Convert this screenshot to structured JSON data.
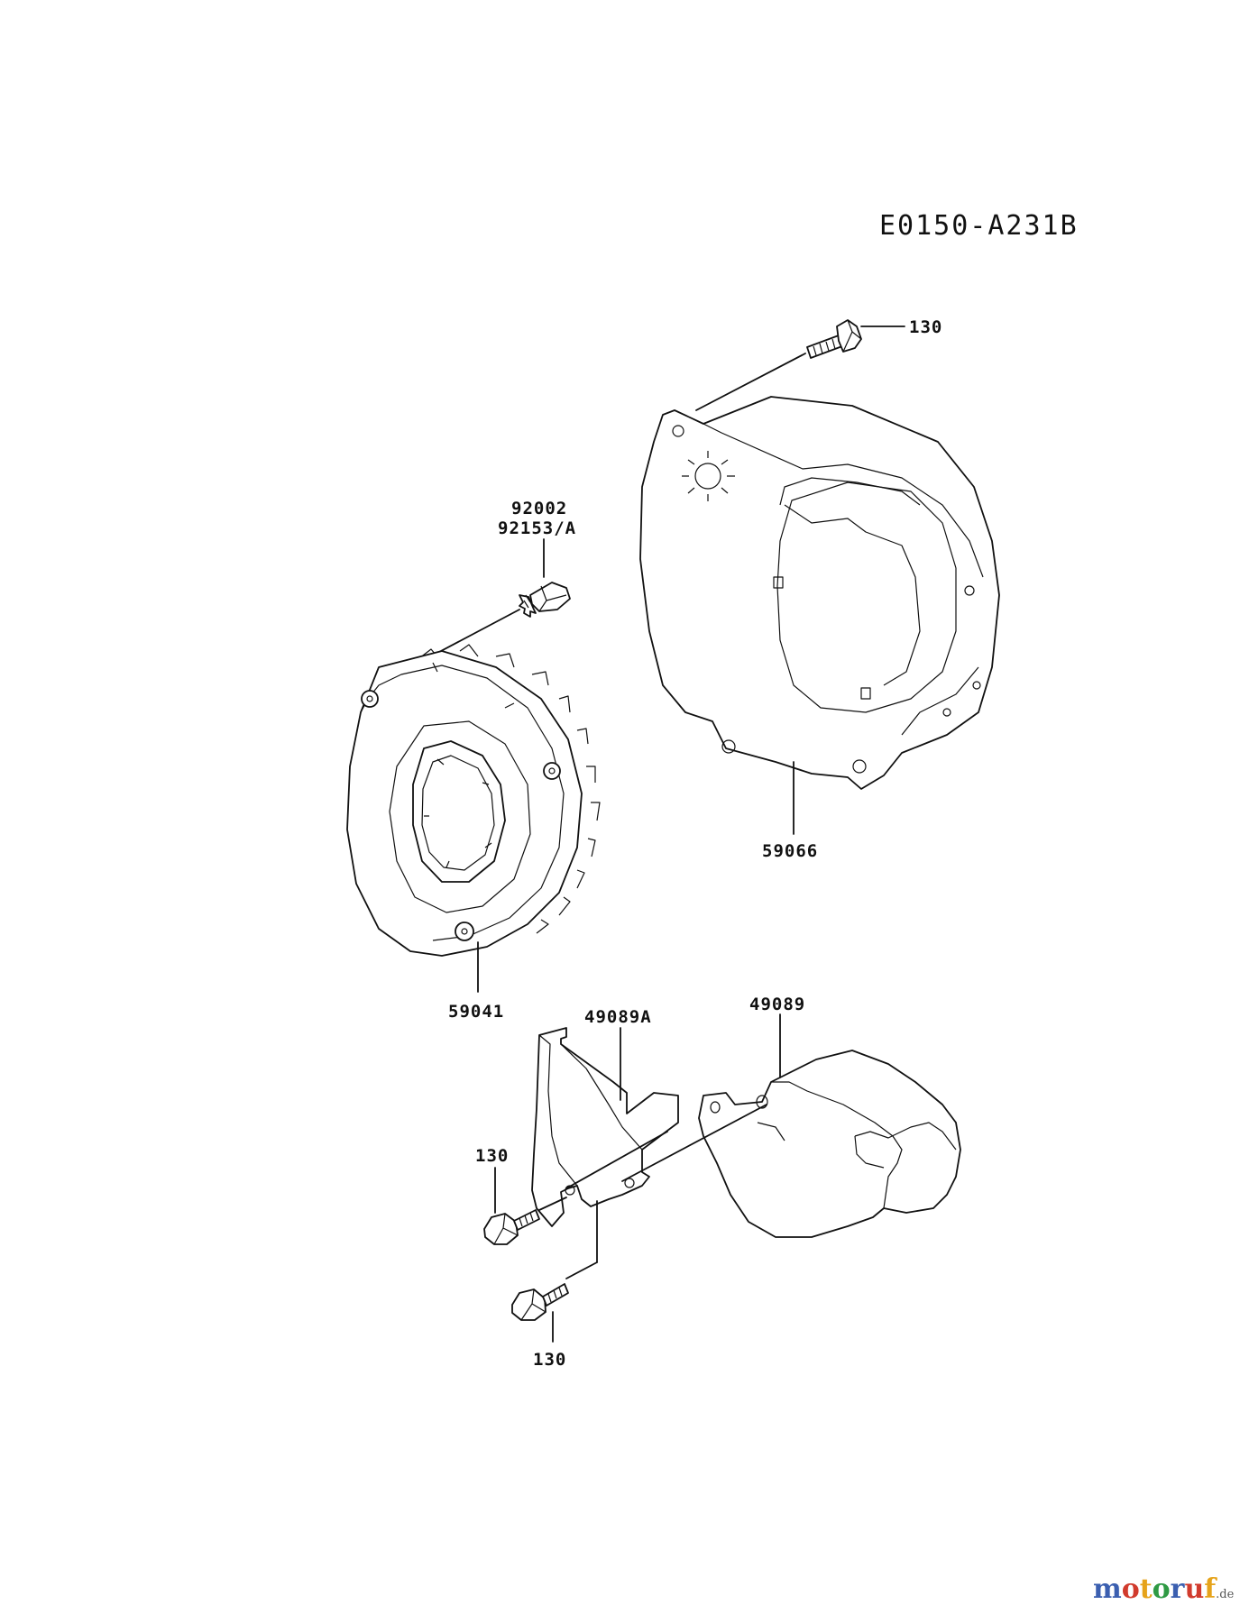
{
  "drawing_number": "E0150-A231B",
  "callouts": [
    {
      "id": "bolt-top",
      "label": "130"
    },
    {
      "id": "shroud",
      "label": "59066"
    },
    {
      "id": "bolt-fan",
      "label_lines": [
        "92002",
        "92153/A"
      ]
    },
    {
      "id": "fan",
      "label": "59041"
    },
    {
      "id": "cover-a",
      "label": "49089A"
    },
    {
      "id": "cover-b",
      "label": "49089"
    },
    {
      "id": "bolt-left",
      "label": "130"
    },
    {
      "id": "bolt-bottom",
      "label": "130"
    }
  ],
  "watermark": {
    "text": "motoruf",
    "tld": ".de"
  },
  "colors": {
    "line": "#111111",
    "background": "#ffffff",
    "watermark": [
      "#3b5fb0",
      "#d13b2d",
      "#e6a31a",
      "#2f9a44"
    ]
  }
}
